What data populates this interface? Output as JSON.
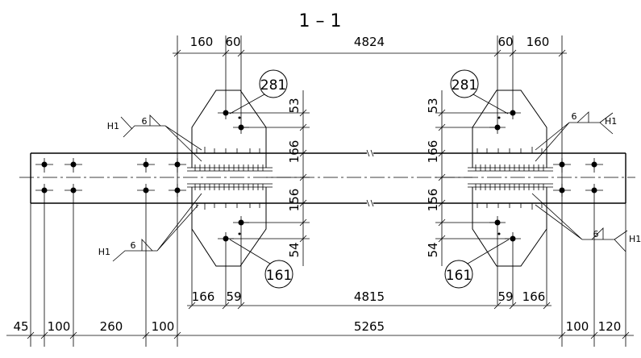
{
  "title": "1 – 1",
  "callouts": {
    "top_left": "281",
    "top_right": "281",
    "bottom_left": "161",
    "bottom_right": "161"
  },
  "weld_labels": {
    "left_upper": {
      "mark": "H1",
      "size": "6"
    },
    "left_lower": {
      "mark": "H1",
      "size": "6"
    },
    "right_upper": {
      "mark": "H1",
      "size": "6"
    },
    "right_lower": {
      "mark": "H1",
      "size": "6"
    }
  },
  "dims_top": {
    "left_160": "160",
    "left_60": "60",
    "center_4824": "4824",
    "right_60": "60",
    "right_160": "160"
  },
  "dims_vertical": {
    "left_53": "53",
    "left_166": "166",
    "left_156": "156",
    "left_54": "54",
    "right_53": "53",
    "right_166": "166",
    "right_156": "156",
    "right_54": "54"
  },
  "dims_mid": {
    "left_166": "166",
    "left_59": "59",
    "center_4815": "4815",
    "right_59": "59",
    "right_166": "166"
  },
  "dims_bottom": {
    "d45": "45",
    "d100a": "100",
    "d260": "260",
    "d100b": "100",
    "d5265": "5265",
    "d100c": "100",
    "d120": "120"
  }
}
